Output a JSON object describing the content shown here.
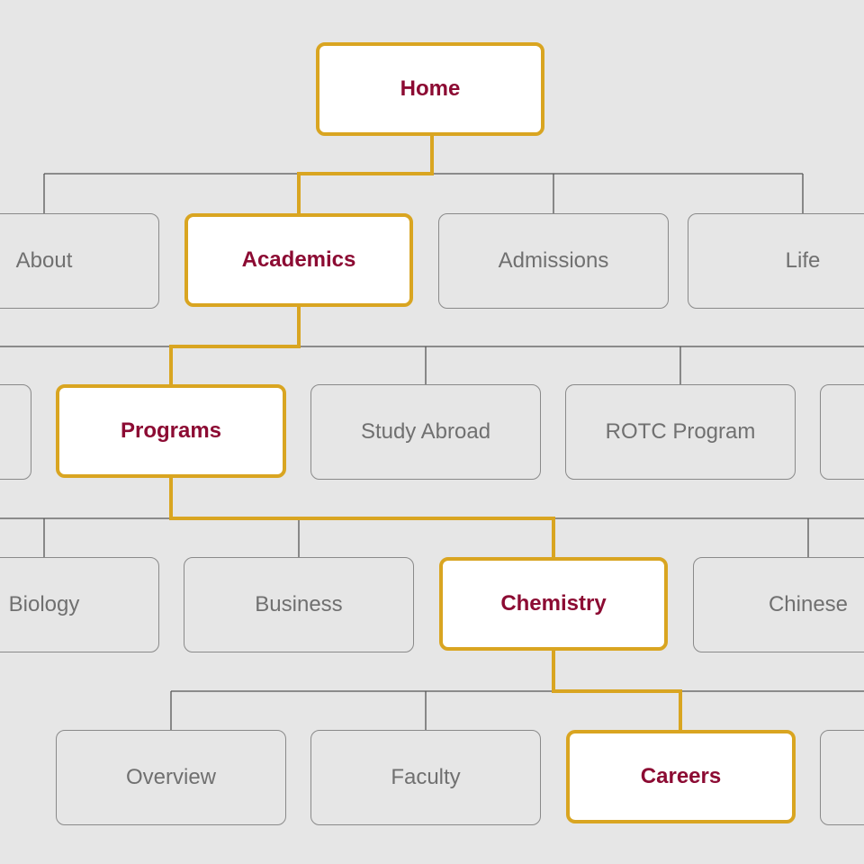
{
  "colors": {
    "background": "#e6e6e6",
    "active_border": "#d9a521",
    "active_text": "#8c0b33",
    "inactive_text": "#707070",
    "line": "#555555"
  },
  "nodes": {
    "home": "Home",
    "about": "About",
    "academics": "Academics",
    "admissions": "Admissions",
    "life": "Life",
    "programs": "Programs",
    "study_abroad": "Study Abroad",
    "rotc_program": "ROTC Program",
    "biology": "Biology",
    "business": "Business",
    "chemistry": "Chemistry",
    "chinese": "Chinese",
    "overview": "Overview",
    "faculty": "Faculty",
    "careers": "Careers"
  },
  "active_path": [
    "Home",
    "Academics",
    "Programs",
    "Chemistry",
    "Careers"
  ]
}
